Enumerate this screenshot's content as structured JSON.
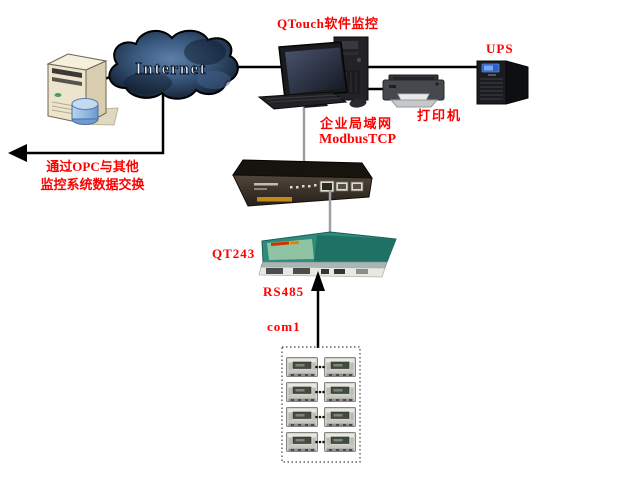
{
  "colors": {
    "label_red": "#ff0000",
    "line_black": "#000000",
    "cable_gray": "#9aa0a6",
    "cloud_navy": "#1b2a40",
    "gateway_teal": "#2e8b7d",
    "server_beige": "#ece4cc",
    "db_cylinder_blue": "#9cc0e6"
  },
  "labels": {
    "software_monitor": "QTouch软件监控",
    "ups": "UPS",
    "printer": "打印机",
    "lan_name": "企业局域网",
    "lan_protocol": "ModbusTCP",
    "opc_line1": "通过OPC与其他",
    "opc_line2": "监控系统数据交换",
    "internet": "Internet",
    "gateway_model": "QT243",
    "serial_bus": "RS485",
    "com_port": "com1"
  },
  "icons": [
    {
      "name": "server-database-icon"
    },
    {
      "name": "internet-cloud-icon"
    },
    {
      "name": "workstation-icon"
    },
    {
      "name": "printer-icon"
    },
    {
      "name": "ups-icon"
    },
    {
      "name": "router-icon"
    },
    {
      "name": "gateway-device-icon"
    },
    {
      "name": "energy-meter-icon",
      "count": 8
    },
    {
      "name": "left-arrow-icon"
    },
    {
      "name": "up-arrow-icon"
    }
  ]
}
